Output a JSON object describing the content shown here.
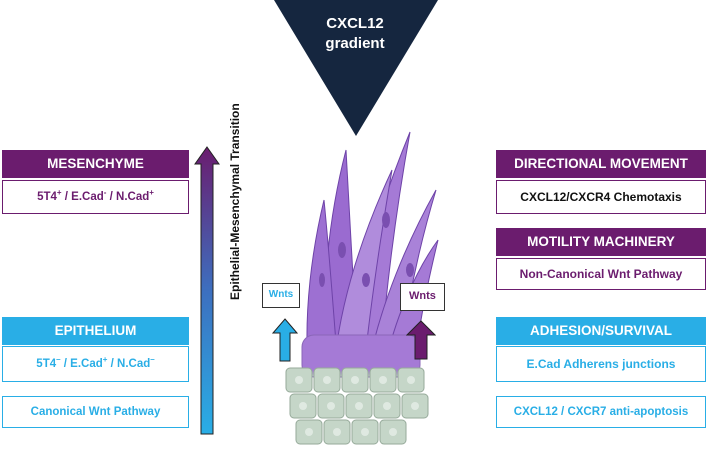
{
  "gradient": {
    "line1": "CXCL12",
    "line2": "gradient"
  },
  "left": {
    "mesenchyme": {
      "header": "MESENCHYME",
      "marker_a": "5T4",
      "sup_a": "+",
      "marker_b": " / E.Cad",
      "sup_b": "-",
      "marker_c": " / N.Cad",
      "sup_c": "+"
    },
    "epithelium": {
      "header": "EPITHELIUM",
      "marker_a": "5T4",
      "sup_a": "–",
      "marker_b": " / E.Cad",
      "sup_b": "+",
      "marker_c": " / N.Cad",
      "sup_c": "–"
    },
    "canonical": "Canonical Wnt Pathway"
  },
  "transition_label": "Epithelial-Mesenchymal Transition",
  "wnts_left": "Wnts",
  "wnts_right": "Wnts",
  "right": {
    "directional": {
      "header": "DIRECTIONAL MOVEMENT",
      "body": "CXCL12/CXCR4 Chemotaxis"
    },
    "motility": {
      "header": "MOTILITY MACHINERY",
      "body": "Non-Canonical Wnt Pathway"
    },
    "adhesion": {
      "header": "ADHESION/SURVIVAL",
      "body": "E.Cad Adherens junctions"
    },
    "antiapoptosis": "CXCL12 / CXCR7 anti-apoptosis"
  },
  "colors": {
    "purple": "#6b1c6e",
    "blue": "#29aee6",
    "navy": "#15263f",
    "cell_purple": "#a57ad6",
    "cell_green": "#c5d6c8"
  }
}
